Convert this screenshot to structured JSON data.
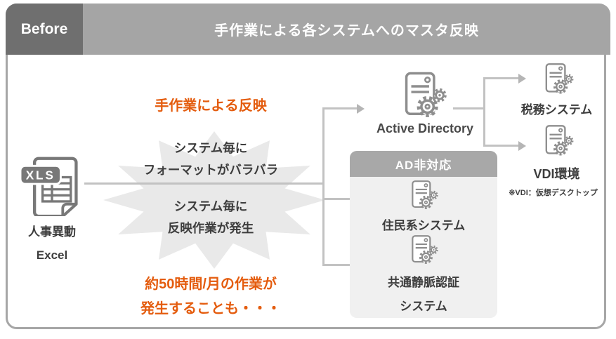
{
  "header": {
    "badge": "Before",
    "title": "手作業による各システムへのマスタ反映"
  },
  "source": {
    "badge": "XLS",
    "label_1": "人事異動",
    "label_2": "Excel"
  },
  "flow": {
    "top_label": "手作業による反映",
    "burst_top_1": "システム毎に",
    "burst_top_2": "フォーマットがバラバラ",
    "burst_bottom_1": "システム毎に",
    "burst_bottom_2": "反映作業が発生",
    "cost_1": "約50時間/月の作業が",
    "cost_2": "発生することも・・・"
  },
  "systems": {
    "active_directory": "Active Directory",
    "tax": "税務システム",
    "vdi": "VDI環境",
    "vdi_note": "※VDI：仮想デスクトップ",
    "ad_incompatible": "AD非対応",
    "resident": "住民系システム",
    "vein_1": "共通静脈認証",
    "vein_2": "システム"
  },
  "colors": {
    "accent": "#E45C0E",
    "badge_bg": "#6F6F6F",
    "bar_bg": "#A5A5A5",
    "burst": "#E9E9E9",
    "box_bg": "#F0F0F0",
    "box_header": "#A8A8A8",
    "line": "#C2C2C2",
    "icon": "#8E8E8E",
    "text": "#3D3D3D"
  }
}
